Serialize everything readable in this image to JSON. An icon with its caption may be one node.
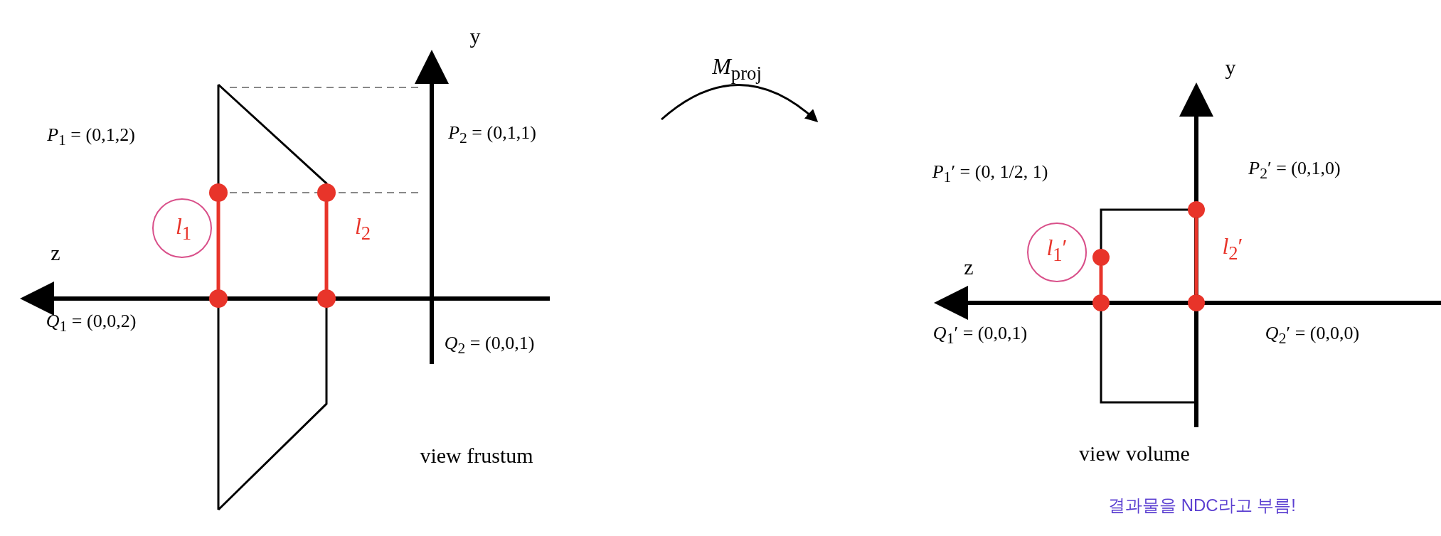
{
  "diagram": {
    "nodes": [
      {
        "text": [],
        "shape": "circle"
      },
      {
        "text": [],
        "shape": "circle"
      },
      {
        "text": [],
        "shape": "circle"
      },
      {
        "text": [],
        "shape": "circle"
      },
      {
        "text": [],
        "shape": "circle"
      },
      {
        "text": [],
        "shape": "circle"
      },
      {
        "text": [],
        "shape": "circle"
      },
      {
        "text": [],
        "shape": "circle"
      }
    ],
    "edges": [
      {
        "from": 0,
        "to": 1,
        "arrow": "none",
        "label": "*l*$_{1}$"
      },
      {
        "from": 2,
        "to": 3,
        "arrow": "none",
        "label": "*l*$_{2}$"
      },
      {
        "from": 4,
        "to": 5,
        "arrow": "none",
        "label": "*l*$_{1}$′"
      },
      {
        "from": 6,
        "to": 7,
        "arrow": "none",
        "label": "*l*$_{2}$′"
      }
    ],
    "labels": [
      "y",
      "*M*$_{proj}$",
      "*P*$_{1}$ = (0,1,2)",
      "*P*$_{2}$ = (0,1,1)",
      "z",
      "*Q*$_{1}$ = (0,0,2)",
      "*Q*$_{2}$ = (0,0,1)",
      "view frustum",
      "y",
      "*P*$_{1}$′ = (0, 1/2, 1)",
      "*P*$_{2}$′ = (0,1,0)",
      "z",
      "*Q*$_{1}$′ = (0,0,1)",
      "*Q*$_{2}$′ = (0,0,0)",
      "view volume",
      "결과물을 NDC라고 부름!"
    ]
  }
}
